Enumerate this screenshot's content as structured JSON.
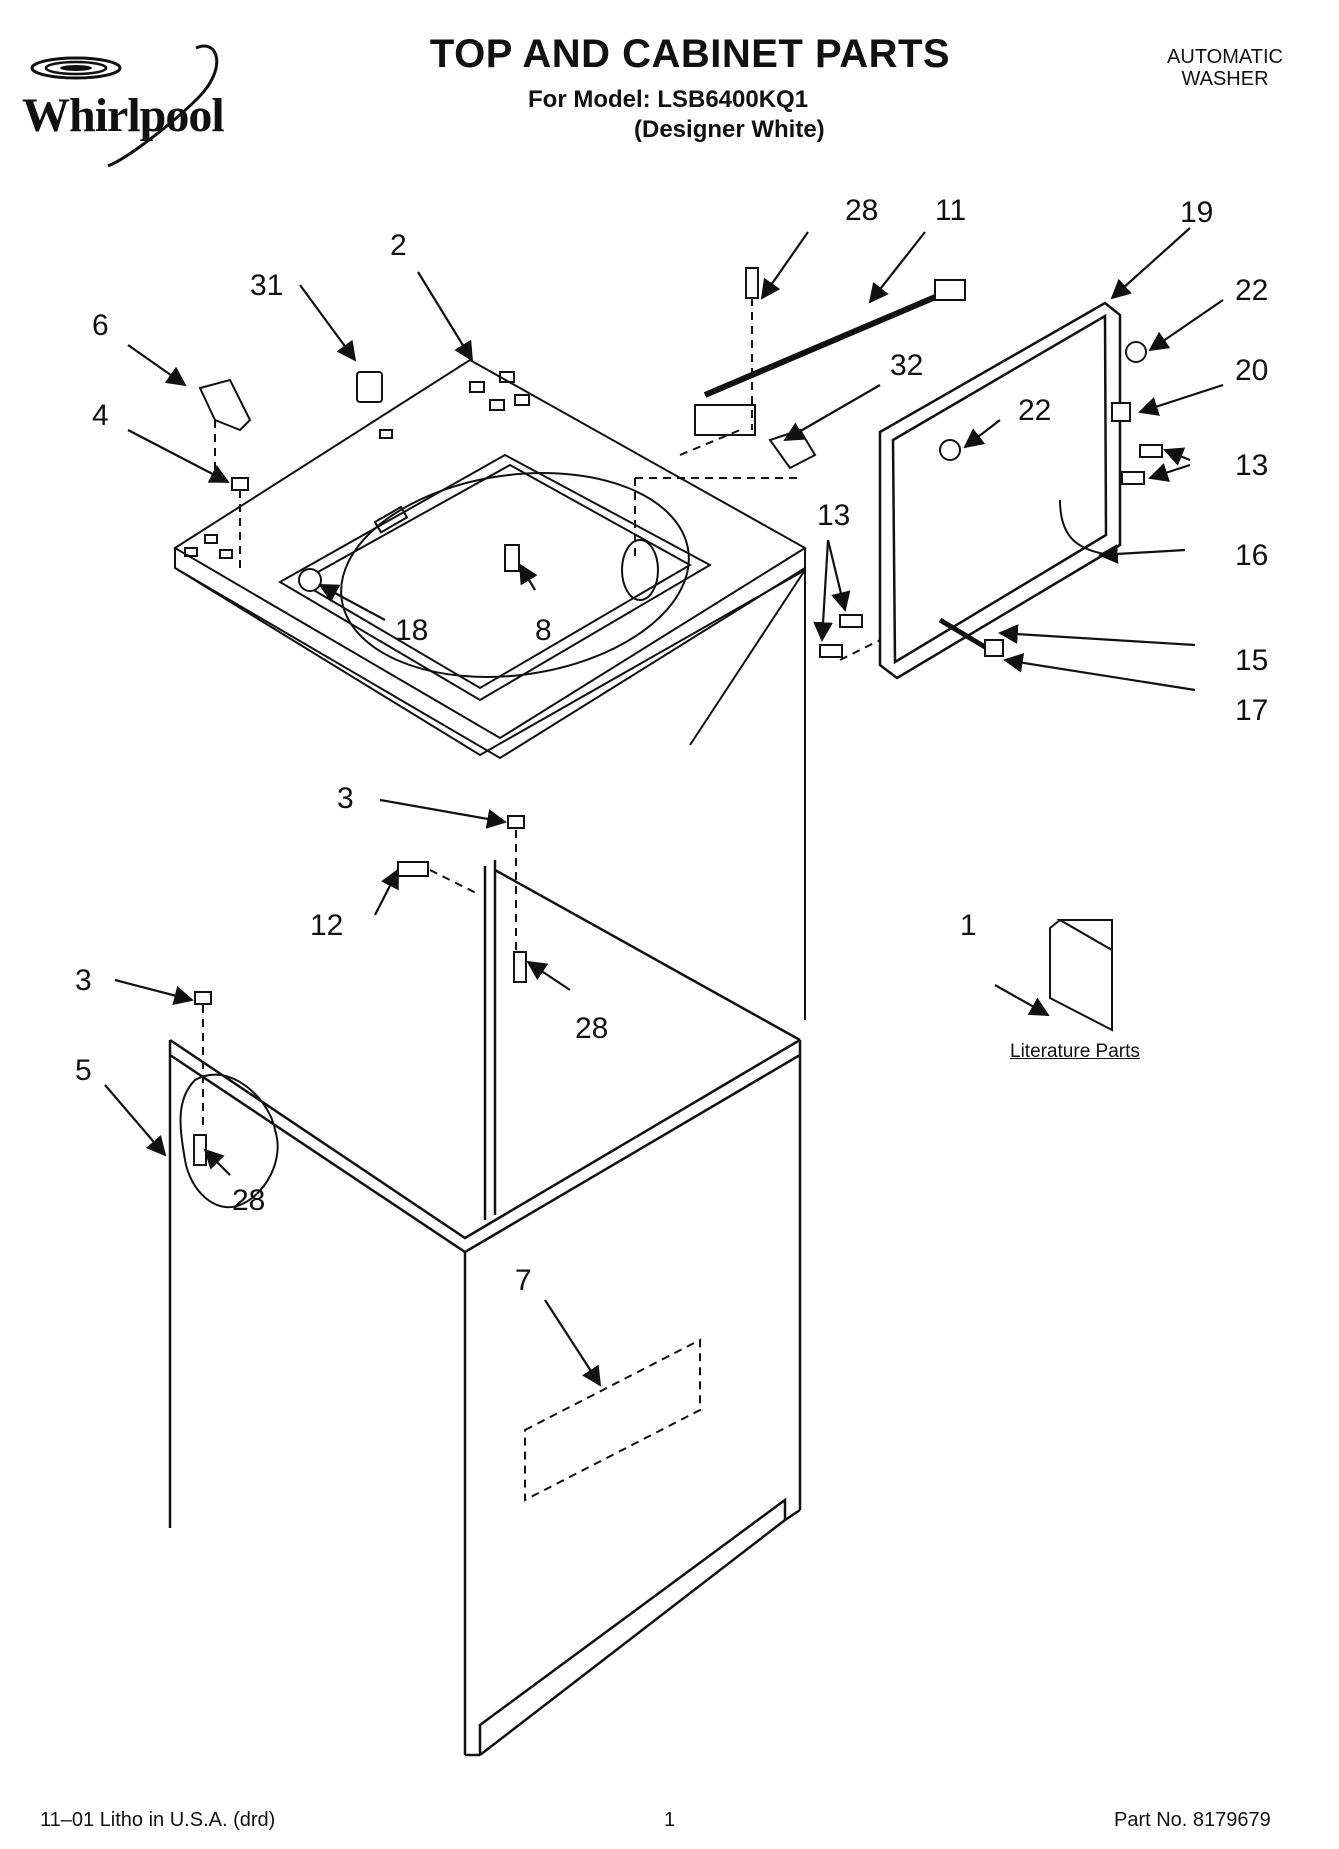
{
  "header": {
    "brand": "Whirlpool",
    "title": "TOP AND CABINET PARTS",
    "model_line": "For Model: LSB6400KQ1",
    "variant_line": "(Designer White)",
    "appliance_type_line1": "AUTOMATIC",
    "appliance_type_line2": "WASHER"
  },
  "callouts": {
    "c1": "1",
    "c2": "2",
    "c3a": "3",
    "c3b": "3",
    "c4": "4",
    "c5": "5",
    "c6": "6",
    "c7": "7",
    "c8": "8",
    "c11": "11",
    "c12": "12",
    "c13a": "13",
    "c13b": "13",
    "c15": "15",
    "c16": "16",
    "c17": "17",
    "c18": "18",
    "c19": "19",
    "c20": "20",
    "c22a": "22",
    "c22b": "22",
    "c28a": "28",
    "c28b": "28",
    "c28c": "28",
    "c31": "31",
    "c32": "32"
  },
  "literature": {
    "label": "Literature Parts"
  },
  "footer": {
    "print_info": "11–01 Litho in U.S.A. (drd)",
    "page_number": "1",
    "part_number": "Part No. 8179679"
  },
  "colors": {
    "ink": "#111111",
    "paper": "#ffffff"
  }
}
